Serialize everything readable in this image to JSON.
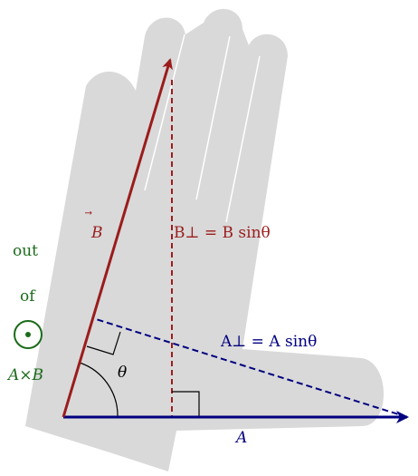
{
  "colors": {
    "hand": "#d9d9d9",
    "vector_b": "#9b1c1c",
    "vector_a": "#000080",
    "out_of_page": "#1a6b1a",
    "construction": "#000000"
  },
  "labels": {
    "b_vector": "B",
    "a_vector": "A",
    "theta": "θ",
    "b_perp": "B⊥ = B sinθ",
    "a_perp": "A⊥ = A sinθ",
    "out": "out",
    "of": "of",
    "cross_product": "A×B"
  },
  "icons": {
    "out_of_page": "dot-in-circle-icon"
  }
}
